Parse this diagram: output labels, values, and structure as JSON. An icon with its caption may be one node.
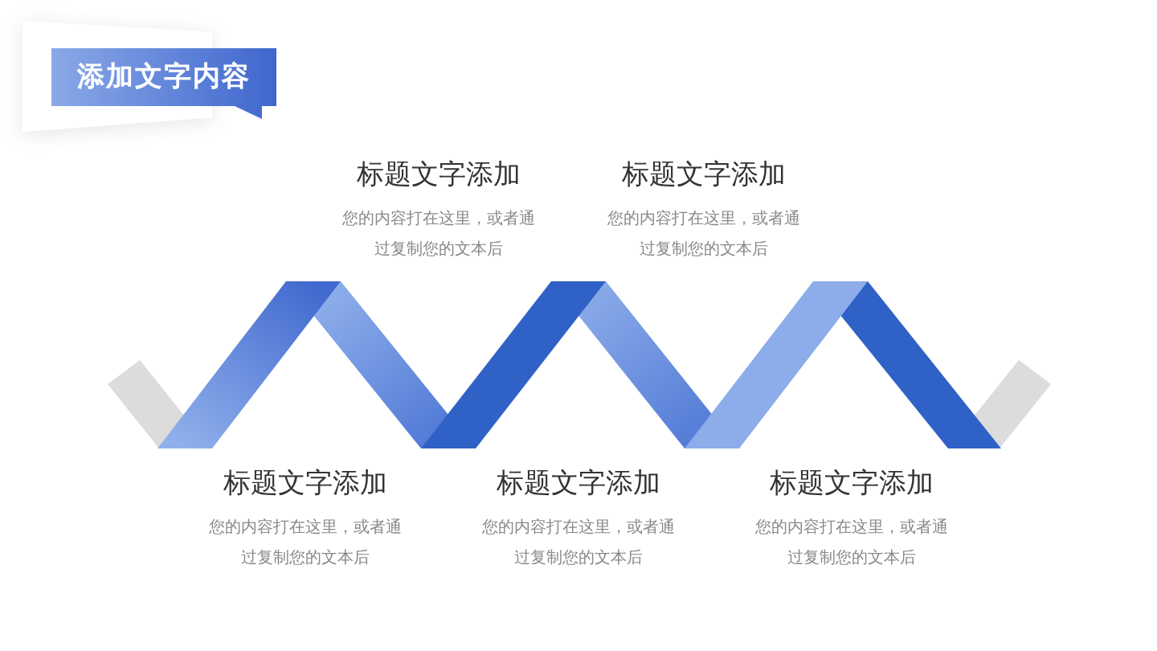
{
  "diagram": {
    "title": "添加文字内容",
    "labels": [
      "标题文字添加",
      "您的内容打在这里，或者通过复制您的文本后",
      "标题文字添加",
      "您的内容打在这里，或者通过复制您的文本后",
      "标题文字添加",
      "您的内容打在这里，或者通过复制您的文本后",
      "标题文字添加",
      "您的内容打在这里，或者通过复制您的文本后",
      "标题文字添加",
      "您的内容打在这里，或者通过复制您的文本后"
    ]
  }
}
